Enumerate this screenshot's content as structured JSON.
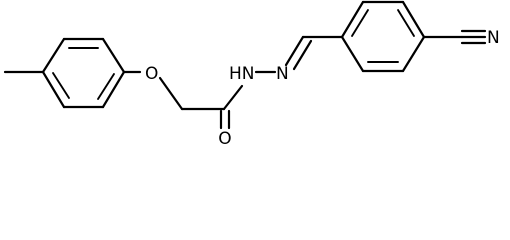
{
  "molecule": {
    "atoms": {
      "oxygen_ether": "O",
      "oxygen_carbonyl": "O",
      "hydrazide_nh": "HN",
      "imine_n": "N",
      "nitrile_n": "N"
    }
  }
}
